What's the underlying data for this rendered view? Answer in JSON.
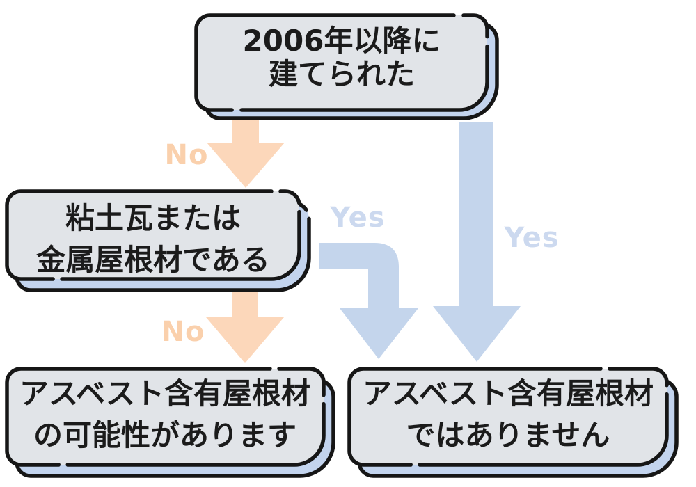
{
  "title": "asbestos-roofing-decision-flowchart",
  "colors": {
    "background": "#ffffff",
    "box_fill": "#e1e4e8",
    "shadow_blue": "#c3d4ee",
    "border": "#161616",
    "text": "#1b1b1b",
    "arrow_orange": "#fcd7ba",
    "label_no": "#fad0ac",
    "arrow_blue": "#c4d5ec",
    "label_yes": "#ccd9ef"
  },
  "nodes": {
    "built_after_2006": {
      "line1": "2006年以降に",
      "line2": "建てられた"
    },
    "clay_or_metal": {
      "line1": "粘土瓦または",
      "line2": "金属屋根材である"
    },
    "possible_asbestos": {
      "line1": "アスベスト含有屋根材",
      "line2": "の可能性があります"
    },
    "not_asbestos": {
      "line1": "アスベスト含有屋根材",
      "line2": "ではありません"
    }
  },
  "edges": {
    "no_1": "No",
    "no_2": "No",
    "yes_1": "Yes",
    "yes_2": "Yes"
  }
}
